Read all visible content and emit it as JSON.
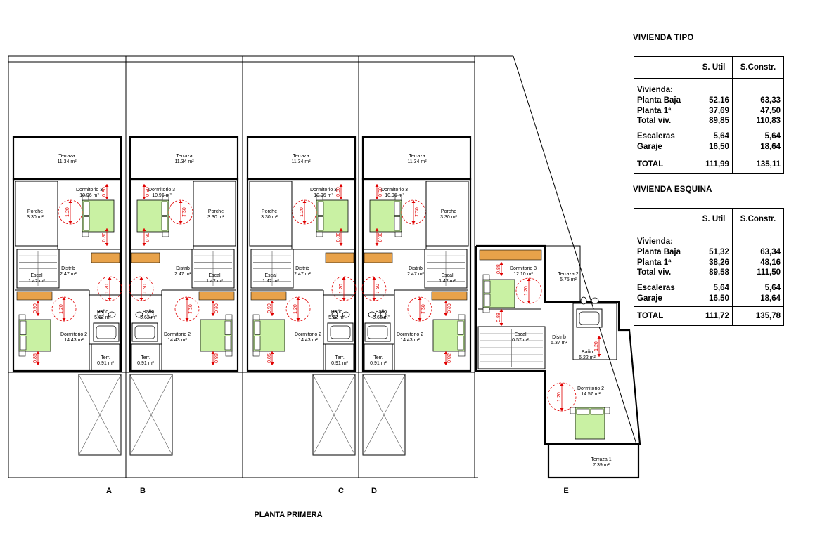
{
  "plan_title": "PLANTA PRIMERA",
  "unit_letters": [
    "A",
    "B",
    "C",
    "D",
    "E"
  ],
  "colors": {
    "bed_fill": "#c9f1a3",
    "wood": "#e8a24a",
    "dimension": "#e00000",
    "wall": "#000000"
  },
  "rooms_tipo": {
    "terraza": [
      "Terraza",
      "11.34 m²"
    ],
    "dormitorio3": [
      "Dormitorio 3",
      "10.96 m²"
    ],
    "porche": [
      "Porche",
      "3.30 m²"
    ],
    "distrib": [
      "Distrib",
      "2.47 m²"
    ],
    "escal": [
      "Escal",
      "1.42 m²"
    ],
    "bano": [
      "Baño",
      "5.62 m²"
    ],
    "dormitorio2": [
      "Dormitorio 2",
      "14.43 m²"
    ],
    "terr": [
      "Terr.",
      "0.91 m²"
    ]
  },
  "rooms_esquina": {
    "dormitorio3": [
      "Dormitorio 3",
      "12.10 m²"
    ],
    "terraza2": [
      "Terraza 2",
      "5.75 m²"
    ],
    "escal": [
      "Escal",
      "0.57 m²"
    ],
    "distrib": [
      "Distrib",
      "5.37 m²"
    ],
    "bano": [
      "Baño",
      "6.22 m²"
    ],
    "dormitorio2": [
      "Dormitorio 2",
      "14.57 m²"
    ],
    "terraza1": [
      "Terraza 1",
      "7.39 m²"
    ]
  },
  "dimensions": [
    "1.20",
    "0.80",
    "0.90",
    "0.85",
    "0.88"
  ],
  "tables": [
    {
      "title": "VIVIENDA TIPO",
      "col_util": "S. Util",
      "col_constr": "S.Constr.",
      "group_label": "Vivienda:",
      "rows1": [
        [
          "Planta Baja",
          "52,16",
          "63,33"
        ],
        [
          "Planta 1ª",
          "37,69",
          "47,50"
        ],
        [
          "Total viv.",
          "89,85",
          "110,83"
        ]
      ],
      "rows2": [
        [
          "Escaleras",
          "5,64",
          "5,64"
        ],
        [
          "Garaje",
          "16,50",
          "18,64"
        ]
      ],
      "total": [
        "TOTAL",
        "111,99",
        "135,11"
      ]
    },
    {
      "title": "VIVIENDA ESQUINA",
      "col_util": "S. Util",
      "col_constr": "S.Constr.",
      "group_label": "Vivienda:",
      "rows1": [
        [
          "Planta Baja",
          "51,32",
          "63,34"
        ],
        [
          "Planta 1ª",
          "38,26",
          "48,16"
        ],
        [
          "Total viv.",
          "89,58",
          "111,50"
        ]
      ],
      "rows2": [
        [
          "Escaleras",
          "5,64",
          "5,64"
        ],
        [
          "Garaje",
          "16,50",
          "18,64"
        ]
      ],
      "total": [
        "TOTAL",
        "111,72",
        "135,78"
      ]
    }
  ]
}
